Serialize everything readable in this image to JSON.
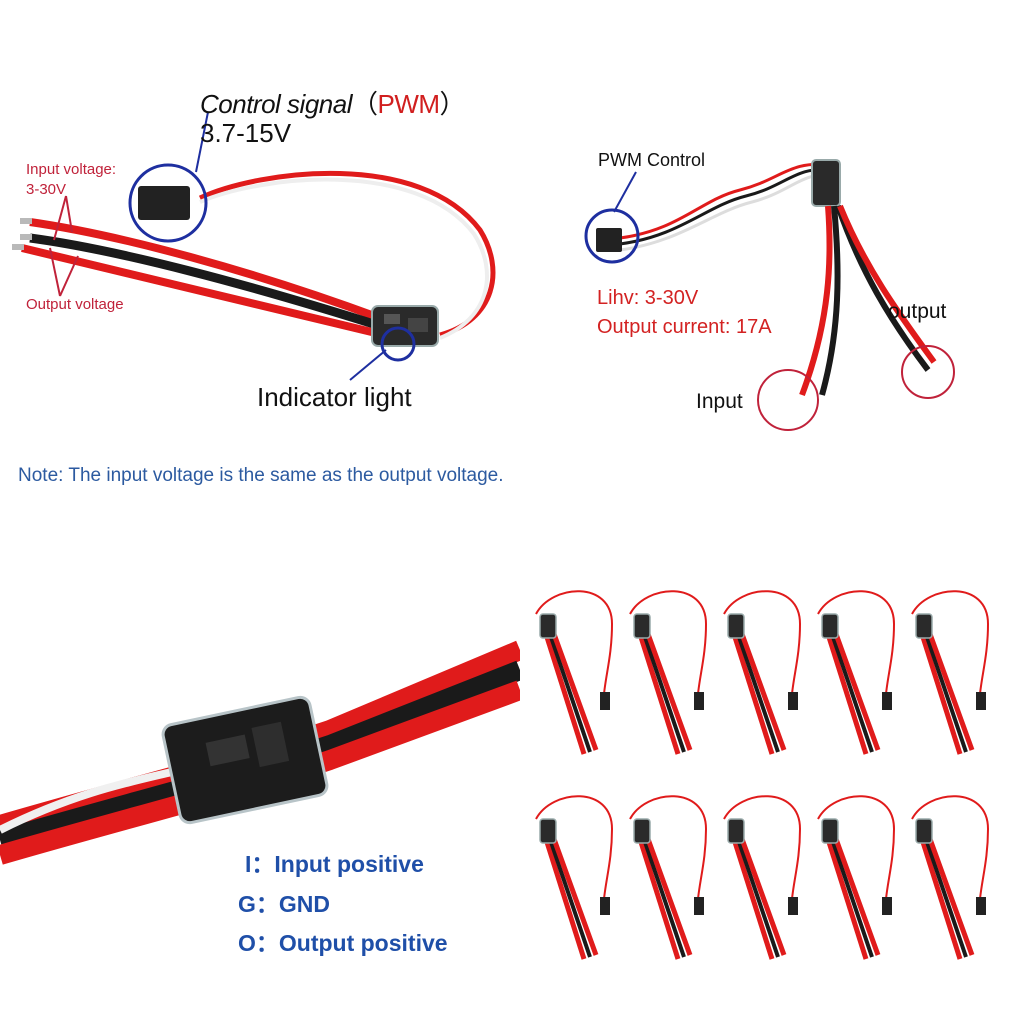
{
  "top_left": {
    "control_signal_label": "Control signal",
    "open_paren": "（",
    "pwm_label": "PWM",
    "close_paren": "）",
    "control_voltage": "3.7-15V",
    "input_voltage_label": "Input voltage:",
    "input_voltage_range": "3-30V",
    "output_voltage_label": "Output voltage",
    "indicator_label": "Indicator  light"
  },
  "note": "Note: The input voltage is the same as the output voltage.",
  "top_right": {
    "pwm_control_label": "PWM  Control",
    "lihv_label": "Lihv: 3-30V",
    "output_current_label": "Output current: 17A",
    "output_label": "output",
    "input_label": "Input"
  },
  "bottom_left": {
    "pins": [
      "I：Input positive",
      "G：GND",
      "O：Output positive"
    ]
  },
  "colors": {
    "wire_red": "#e01b1b",
    "wire_black": "#1a1a1a",
    "circle_blue": "#1e2fa0",
    "circle_red": "#c0223a",
    "text_blue": "#1f4fa8",
    "note_blue": "#2c5aa0"
  }
}
